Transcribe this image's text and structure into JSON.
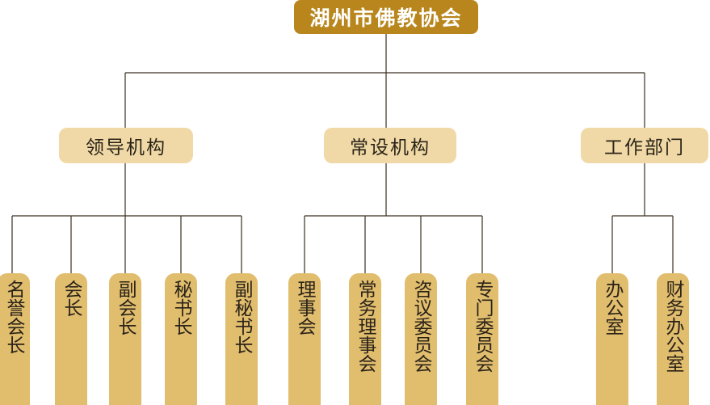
{
  "root": {
    "label": "湖州市佛教协会"
  },
  "categories": [
    {
      "label": "领导机构"
    },
    {
      "label": "常设机构"
    },
    {
      "label": "工作部门"
    }
  ],
  "leaves": {
    "leadership": [
      "名誉会长",
      "会长",
      "副会长",
      "秘书长",
      "副秘书长"
    ],
    "standing": [
      "理事会",
      "常务理事会",
      "咨议委员会",
      "专门委员会"
    ],
    "work": [
      "办公室",
      "财务办公室"
    ]
  },
  "colors": {
    "root_fill": "#b8861d",
    "category_fill": "#f0d9a6",
    "leaf_fill": "#e1bd6e",
    "connector": "#3a3020"
  }
}
